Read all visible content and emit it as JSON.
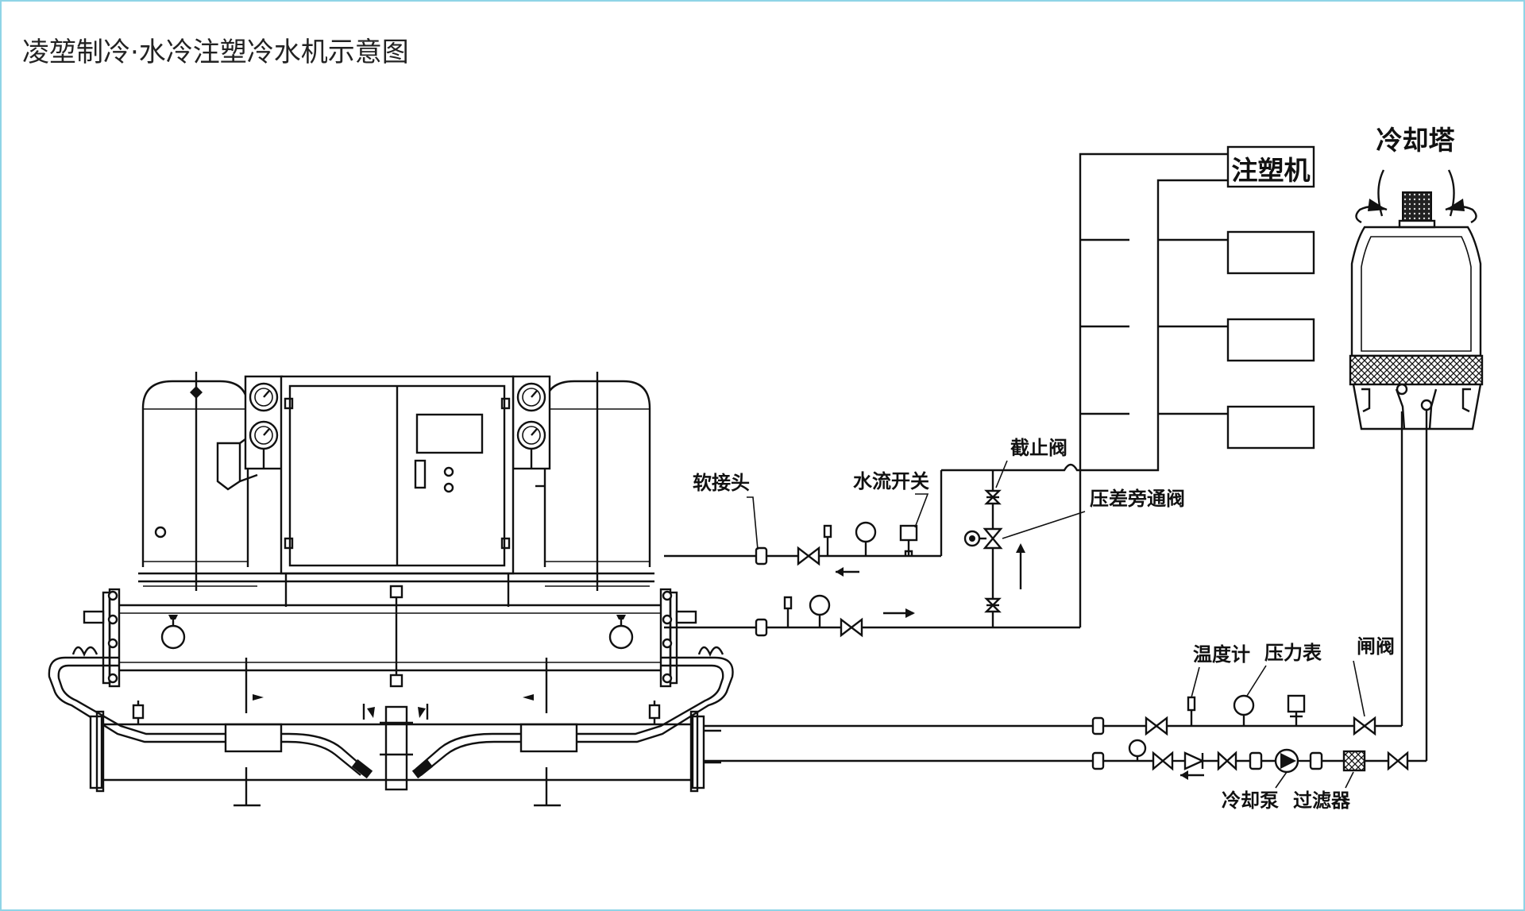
{
  "title": "凌堃制冷·水冷注塑冷水机示意图",
  "labels": {
    "injection_machine": "注塑机",
    "cooling_tower": "冷却塔",
    "soft_joint": "软接头",
    "flow_switch": "水流开关",
    "stop_valve": "截止阀",
    "bypass_valve": "压差旁通阀",
    "thermometer": "温度计",
    "pressure_gauge": "压力表",
    "gate_valve": "闸阀",
    "cooling_pump": "冷却泵",
    "filter": "过滤器"
  },
  "colors": {
    "frame": "#8fd4e6",
    "line": "#111111",
    "background": "#ffffff"
  }
}
